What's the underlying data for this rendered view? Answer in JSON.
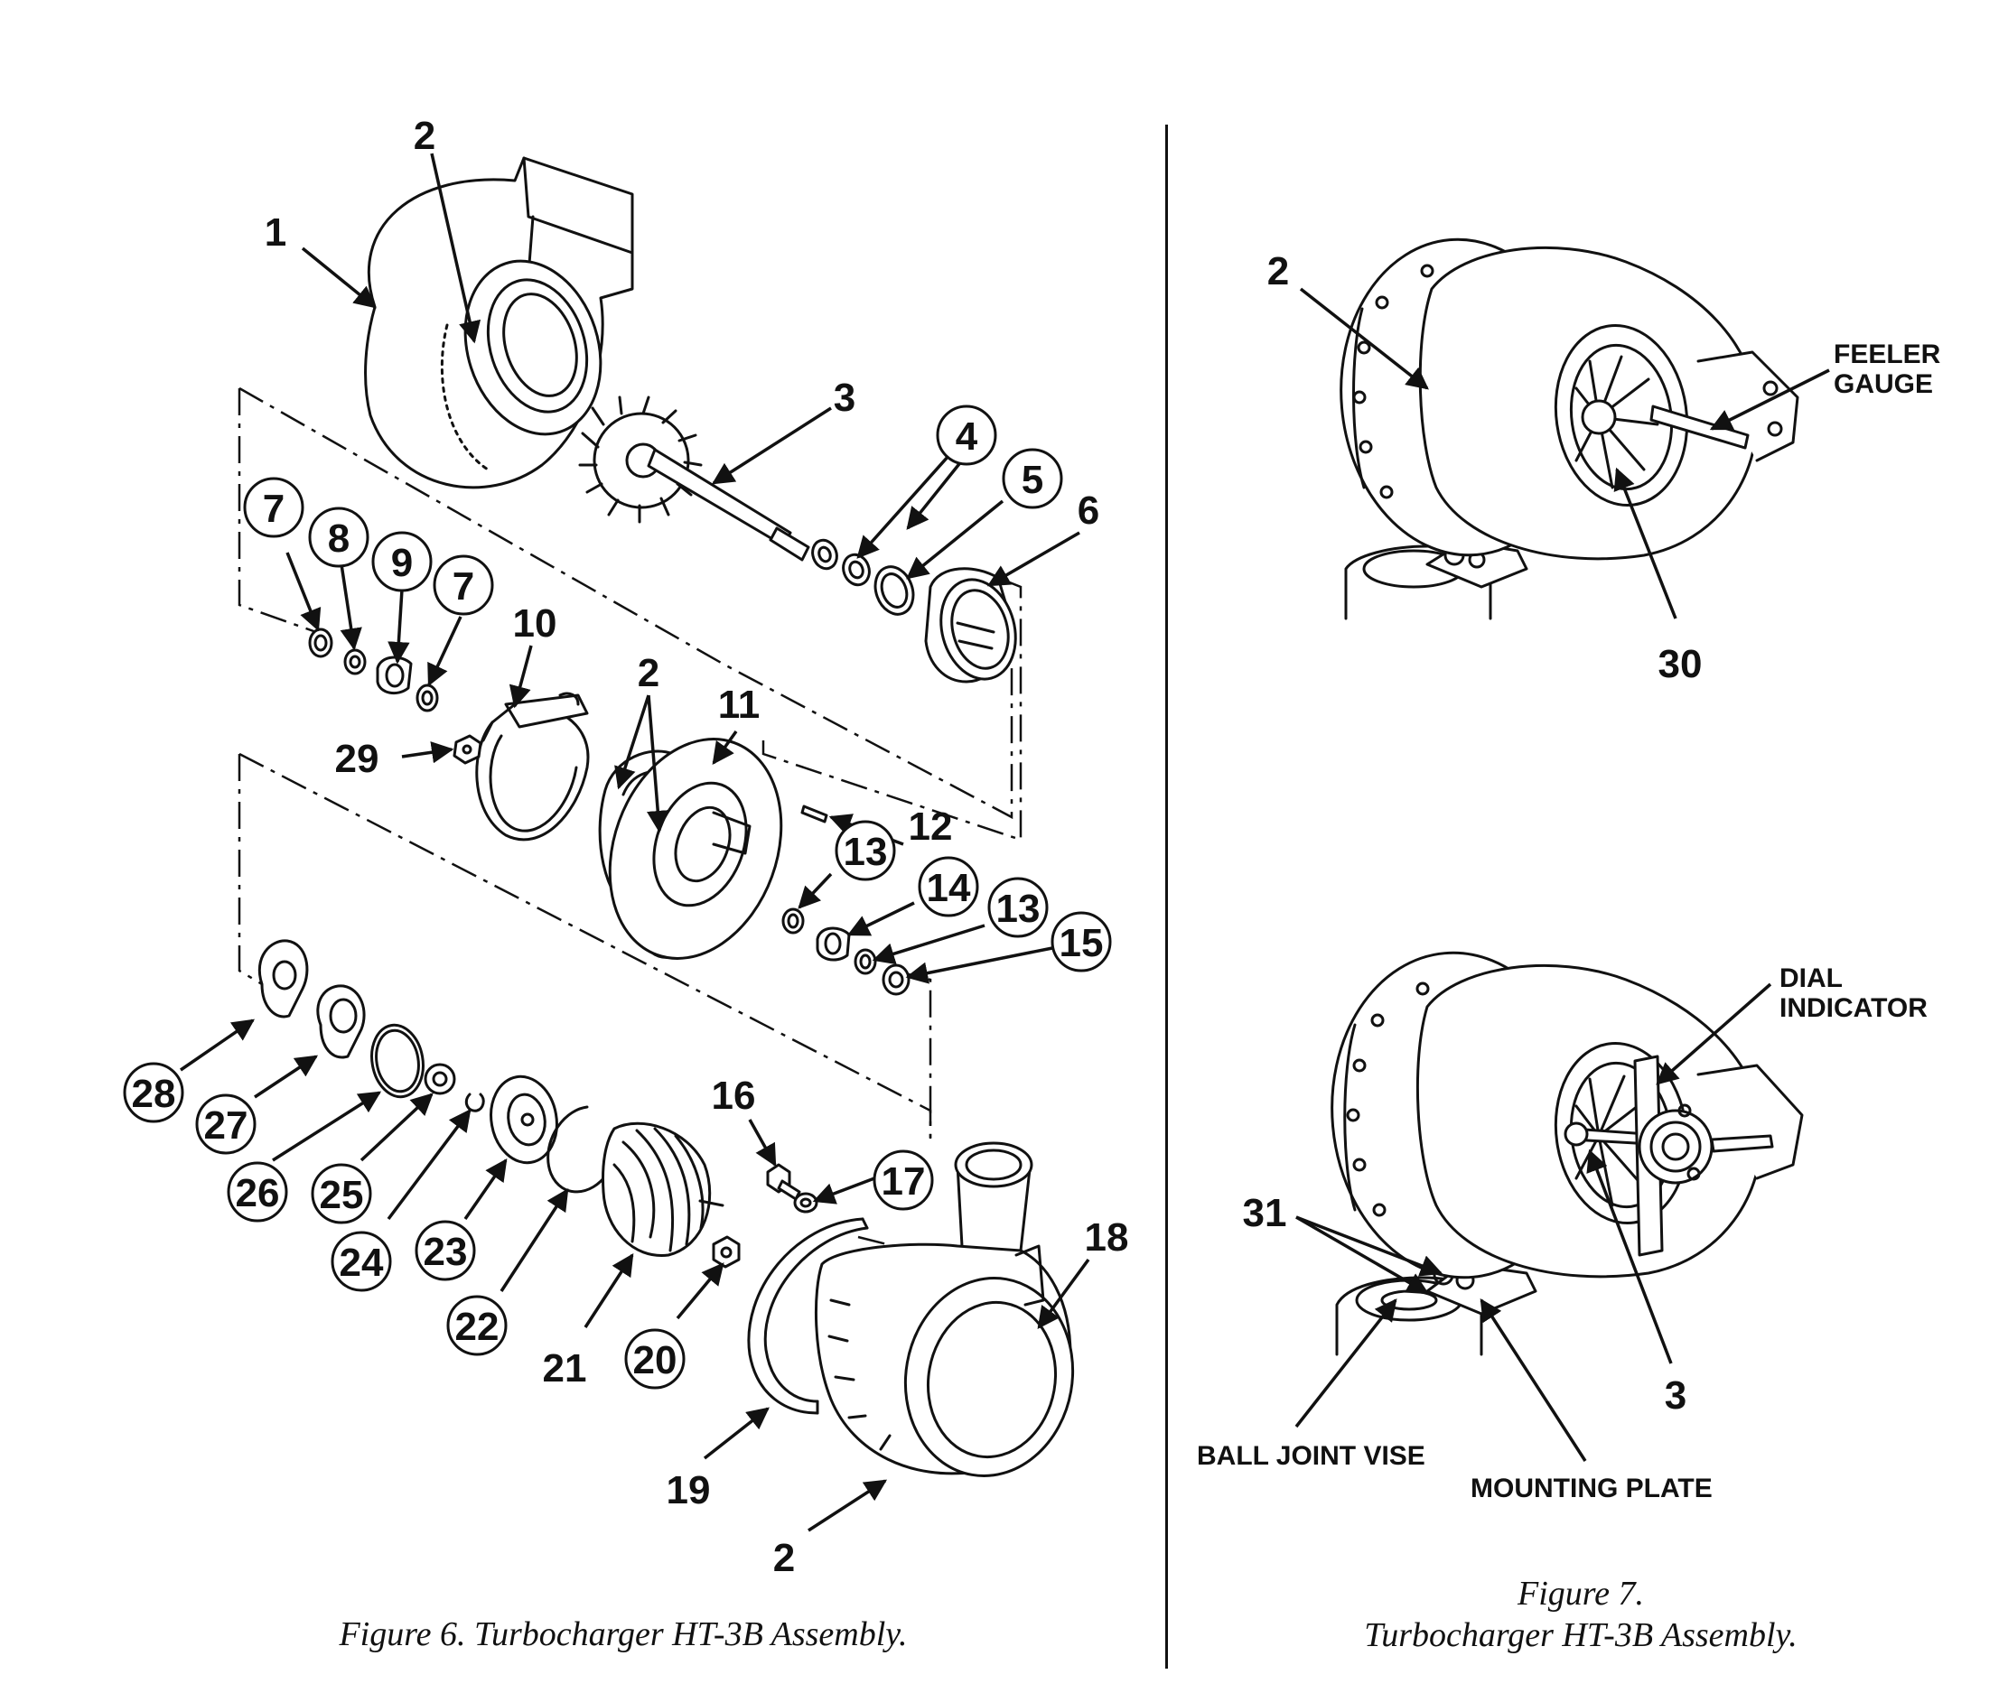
{
  "figure6": {
    "caption": "Figure 6. Turbocharger HT-3B Assembly.",
    "callouts": {
      "c1": "1",
      "c2a": "2",
      "c3": "3",
      "c4": "4",
      "c5": "5",
      "c6": "6",
      "c7a": "7",
      "c8": "8",
      "c9": "9",
      "c7b": "7",
      "c10": "10",
      "c2b": "2",
      "c11": "11",
      "c29": "29",
      "c12": "12",
      "c13a": "13",
      "c14": "14",
      "c13b": "13",
      "c15": "15",
      "c28": "28",
      "c27": "27",
      "c26": "26",
      "c25": "25",
      "c24": "24",
      "c23": "23",
      "c22": "22",
      "c21": "21",
      "c20": "20",
      "c16": "16",
      "c17": "17",
      "c18": "18",
      "c19": "19",
      "c2c": "2"
    }
  },
  "figure7": {
    "caption_line1": "Figure 7.",
    "caption_line2": "Turbocharger HT-3B Assembly.",
    "callouts": {
      "c2": "2",
      "c30": "30",
      "c31": "31",
      "c3": "3"
    },
    "labels": {
      "feeler_line1": "FEELER",
      "feeler_line2": "GAUGE",
      "dial_line1": "DIAL",
      "dial_line2": "INDICATOR",
      "ball_joint_vise": "BALL JOINT VISE",
      "mounting_plate": "MOUNTING PLATE"
    }
  }
}
